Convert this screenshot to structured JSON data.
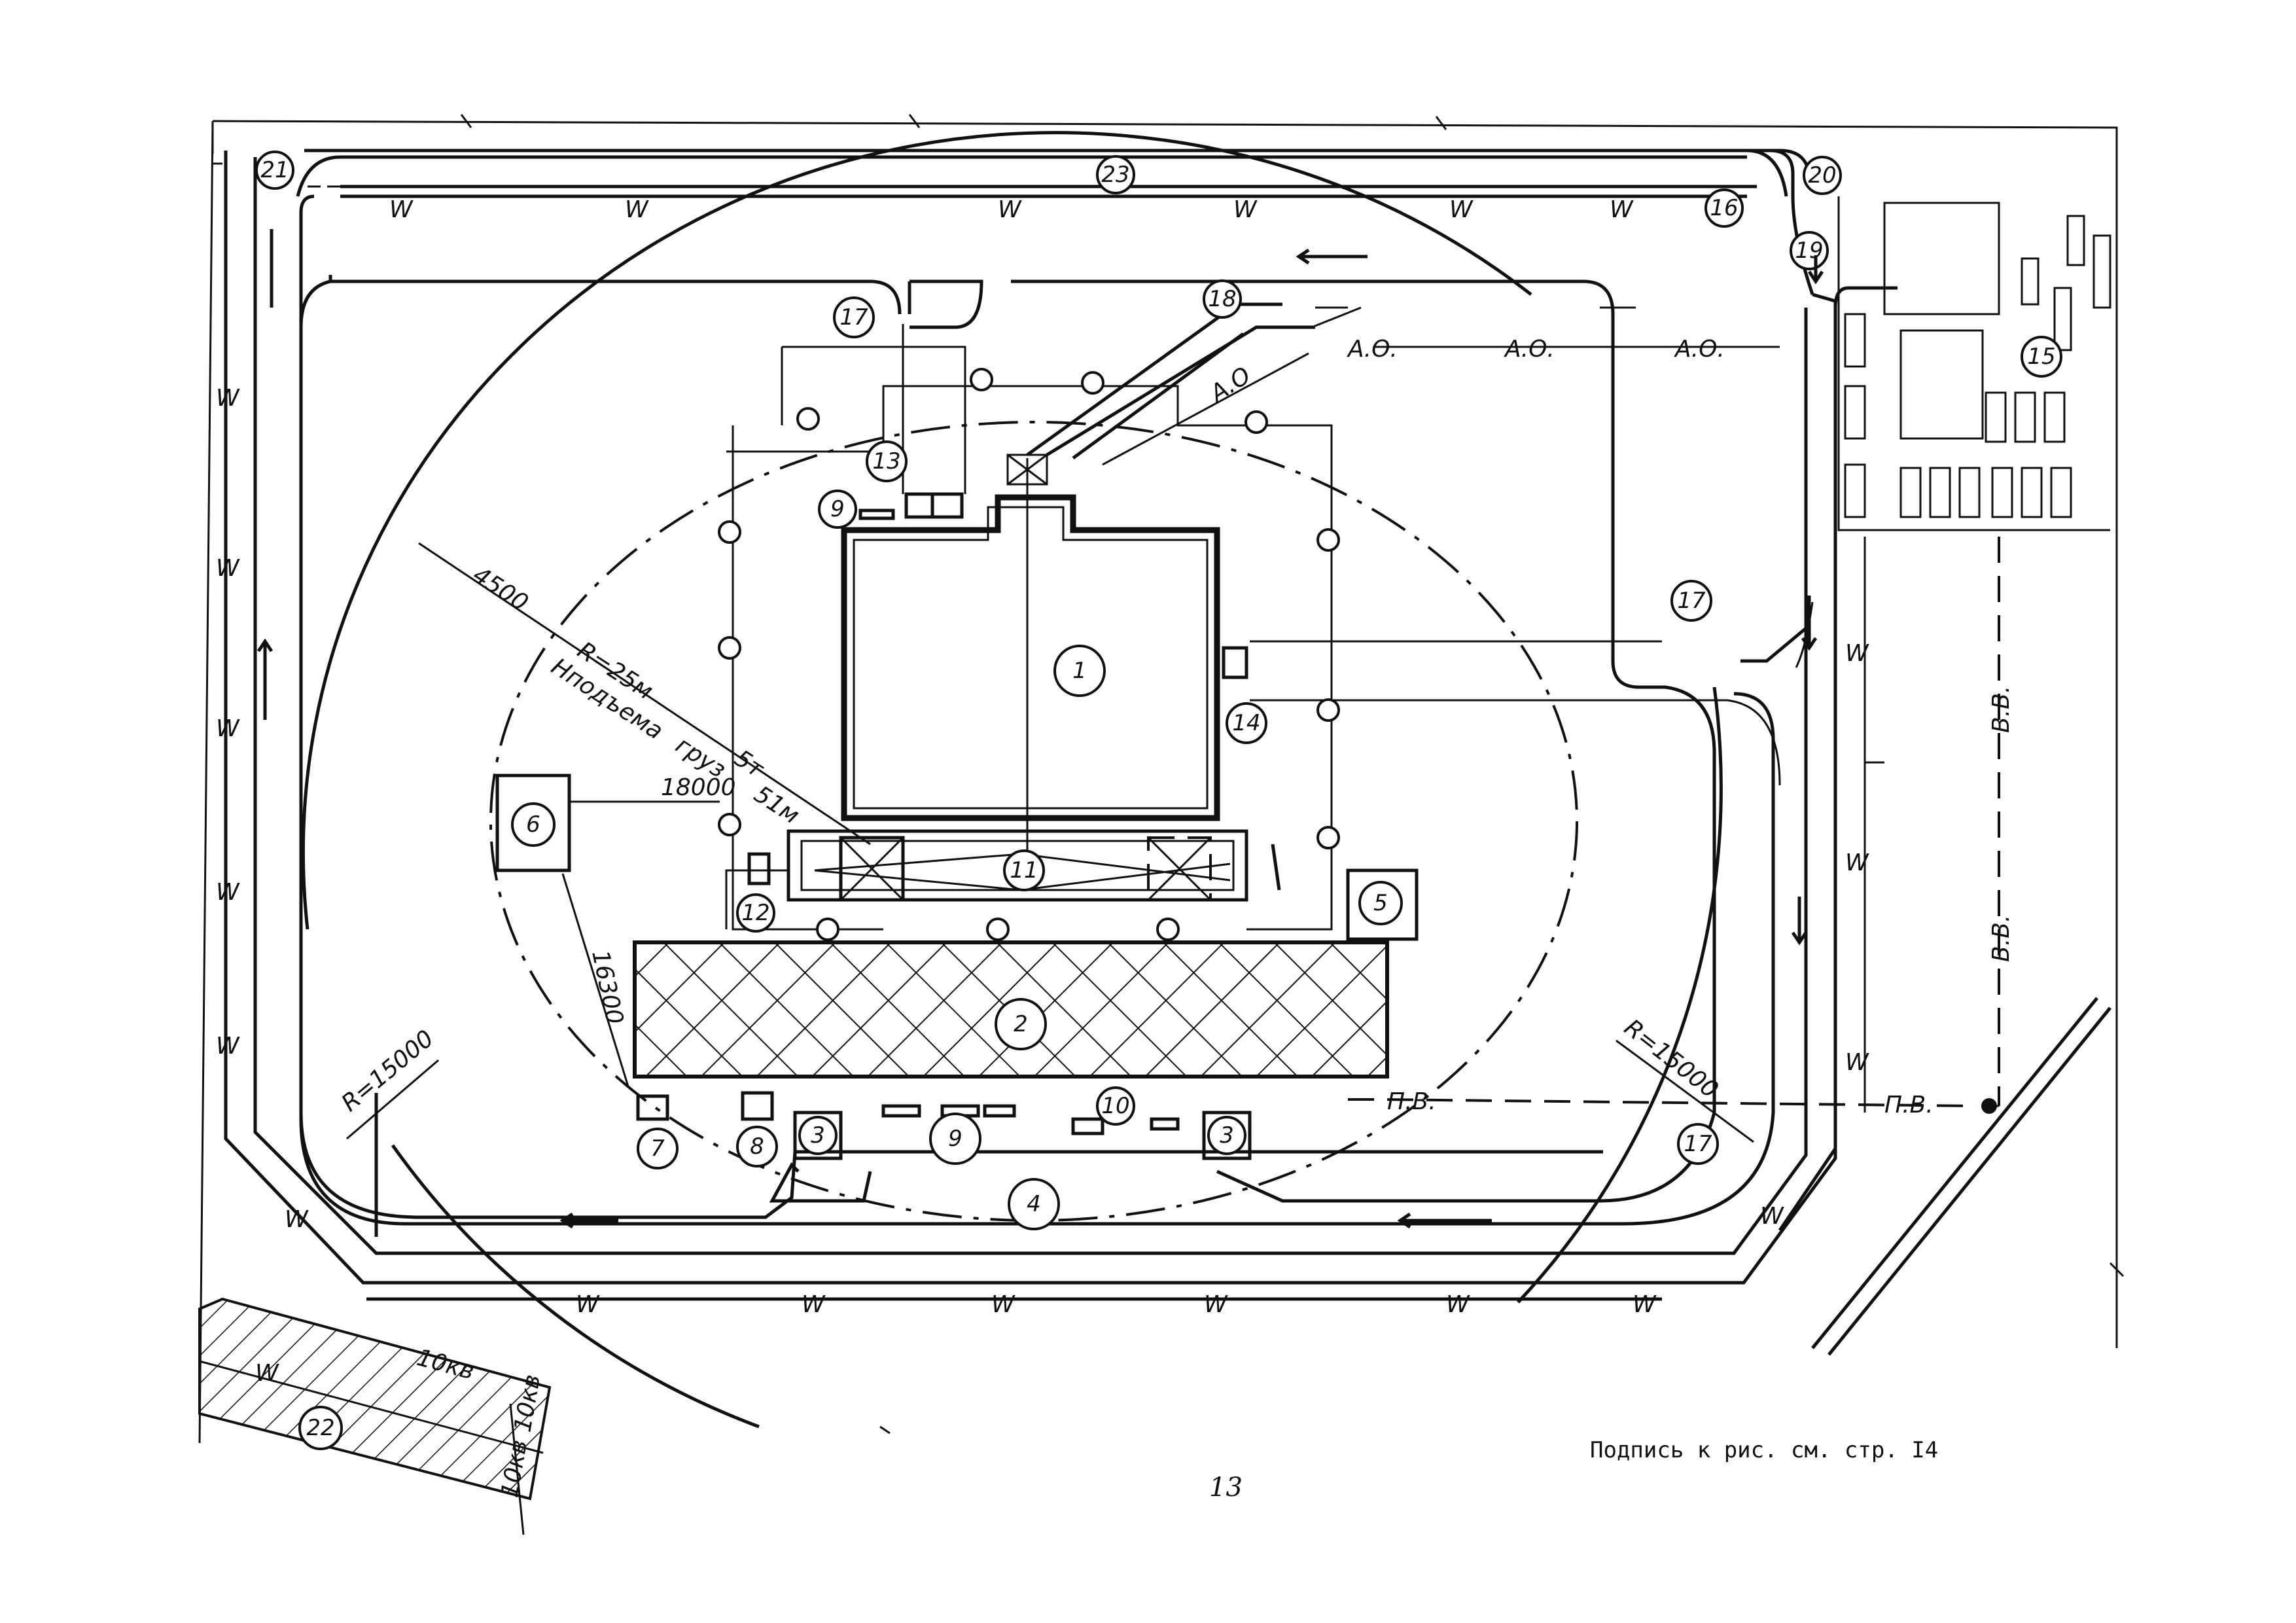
{
  "diagram": {
    "markers": [
      {
        "id": "m1",
        "label": "1"
      },
      {
        "id": "m2",
        "label": "2"
      },
      {
        "id": "m3a",
        "label": "3"
      },
      {
        "id": "m3b",
        "label": "3"
      },
      {
        "id": "m4",
        "label": "4"
      },
      {
        "id": "m5",
        "label": "5"
      },
      {
        "id": "m6",
        "label": "6"
      },
      {
        "id": "m7",
        "label": "7"
      },
      {
        "id": "m8",
        "label": "8"
      },
      {
        "id": "m9a",
        "label": "9"
      },
      {
        "id": "m9b",
        "label": "9"
      },
      {
        "id": "m10",
        "label": "10"
      },
      {
        "id": "m11",
        "label": "11"
      },
      {
        "id": "m12",
        "label": "12"
      },
      {
        "id": "m13",
        "label": "13"
      },
      {
        "id": "m14",
        "label": "14"
      },
      {
        "id": "m15",
        "label": "15"
      },
      {
        "id": "m16",
        "label": "16"
      },
      {
        "id": "m17a",
        "label": "17"
      },
      {
        "id": "m17b",
        "label": "17"
      },
      {
        "id": "m17c",
        "label": "17"
      },
      {
        "id": "m18",
        "label": "18"
      },
      {
        "id": "m19",
        "label": "19"
      },
      {
        "id": "m20",
        "label": "20"
      },
      {
        "id": "m21",
        "label": "21"
      },
      {
        "id": "m22",
        "label": "22"
      },
      {
        "id": "m23",
        "label": "23"
      }
    ],
    "dimensions": {
      "d4500": "4500",
      "d18000": "18000",
      "d16300": "16300",
      "radius_left": "R=15000",
      "radius_right": "R=15000"
    },
    "crane_note": {
      "line1": "R=25м",
      "line2": "Нподъема",
      "line3": "груз",
      "line4": "5т",
      "line5": "51м"
    },
    "utility_labels": {
      "ao_1": "А.О.",
      "ao_2": "А.О.",
      "ao_3": "А.О.",
      "ao_4": "А.О",
      "pv_1": "П.В.",
      "pv_2": "П.В.",
      "vv_1": "В.В.",
      "vv_2": "В.В.",
      "w": "W",
      "cable_10kv": "10кв",
      "cable_10kv_b": "10кв",
      "cable_10kv_c": "10кв"
    }
  },
  "caption": "Подпись к рис. см. стр. I4",
  "page_number": "13"
}
